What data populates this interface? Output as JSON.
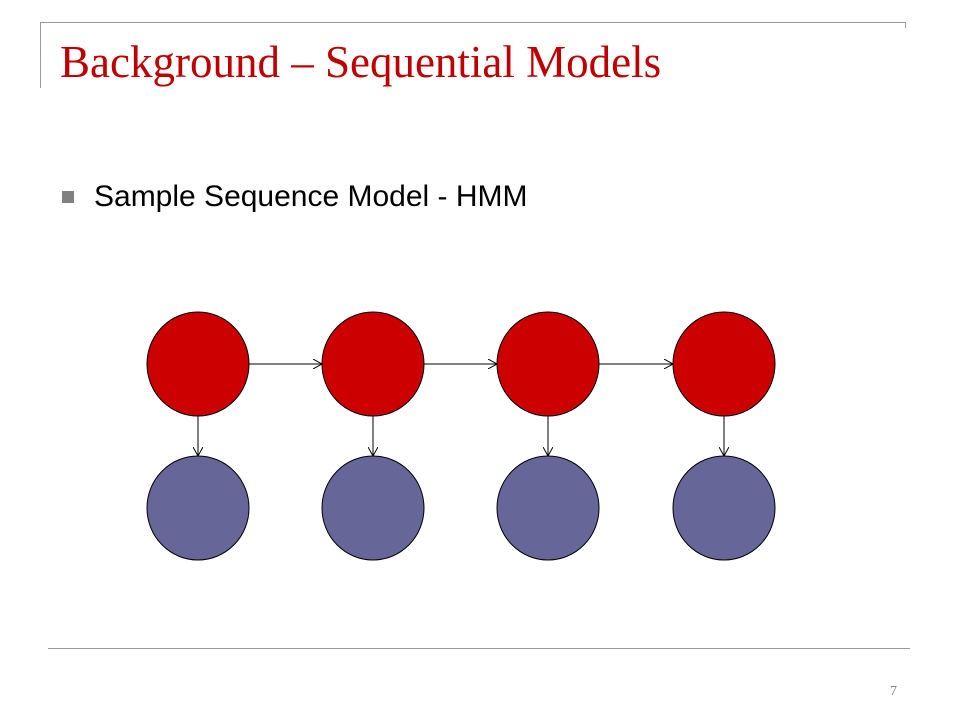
{
  "slide": {
    "title": "Background – Sequential Models",
    "bullets": [
      {
        "text": "Sample Sequence Model - HMM"
      }
    ],
    "page_number": "7"
  },
  "diagram": {
    "hidden_state_count": 4,
    "observation_count": 4,
    "colors": {
      "hidden_state": "#cc0000",
      "observation": "#666699",
      "edge": "#000000",
      "title": "#c00000",
      "bullet": "#808080",
      "rule": "#9a9a9a"
    }
  }
}
